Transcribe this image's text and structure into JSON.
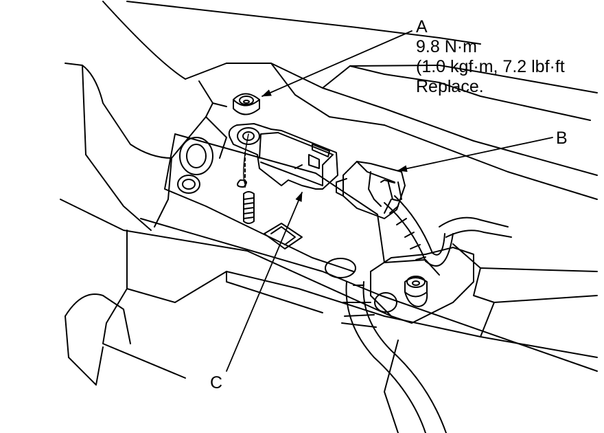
{
  "callouts": {
    "a": {
      "letter": "A",
      "torque": "9.8 N·m",
      "torque_alt": "(1.0 kgf·m, 7.2 lbf·ft",
      "note": "Replace."
    },
    "b": {
      "letter": "B"
    },
    "c": {
      "letter": "C"
    }
  },
  "colors": {
    "line": "#000000",
    "background": "#ffffff"
  }
}
